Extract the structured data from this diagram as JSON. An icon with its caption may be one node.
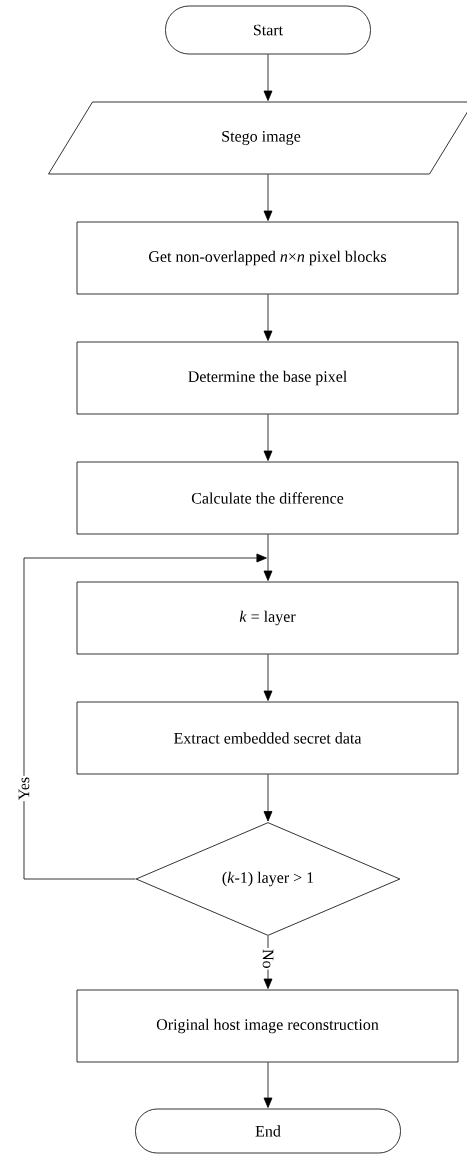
{
  "diagram": {
    "nodes": [
      {
        "text": [
          "Start"
        ]
      },
      {
        "text": [
          "Stego image"
        ]
      },
      {
        "text": [
          "Get non-overlapped *n*×*n* pixel blocks"
        ]
      },
      {
        "text": [
          "Determine the base pixel"
        ]
      },
      {
        "text": [
          "Calculate the difference"
        ]
      },
      {
        "text": [
          "*k* = layer"
        ]
      },
      {
        "text": [
          "Extract embedded secret data"
        ]
      },
      {
        "text": [
          "(*k*-1) layer > 1"
        ]
      },
      {
        "text": [
          "Original host image reconstruction"
        ]
      },
      {
        "text": [
          "End"
        ]
      }
    ],
    "edges": [
      {
        "from": 0,
        "to": 1,
        "arrow": "to"
      },
      {
        "from": 1,
        "to": 2,
        "arrow": "to"
      },
      {
        "from": 2,
        "to": 3,
        "arrow": "to"
      },
      {
        "from": 3,
        "to": 4,
        "arrow": "to"
      },
      {
        "from": 4,
        "to": 5,
        "arrow": "to"
      },
      {
        "from": 5,
        "to": 6,
        "arrow": "to"
      },
      {
        "from": 6,
        "to": 7,
        "arrow": "to"
      },
      {
        "from": 7,
        "to": 5,
        "arrow": "to",
        "label": "Yes"
      },
      {
        "from": 7,
        "to": 8,
        "arrow": "to",
        "label": "No"
      },
      {
        "from": 8,
        "to": 9,
        "arrow": "to"
      }
    ]
  }
}
